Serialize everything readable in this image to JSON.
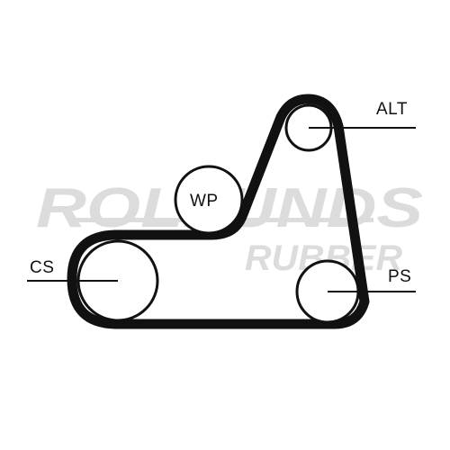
{
  "watermark": {
    "line1": "ROLLUNDS",
    "line2": "RUBBER"
  },
  "pulleys": [
    {
      "id": "alt",
      "label": "ALT"
    },
    {
      "id": "wp",
      "label": "WP"
    },
    {
      "id": "cs",
      "label": "CS"
    },
    {
      "id": "ps",
      "label": "PS"
    }
  ],
  "colors": {
    "belt": "#111111",
    "watermark": "#dcdcdc",
    "background": "#ffffff"
  }
}
